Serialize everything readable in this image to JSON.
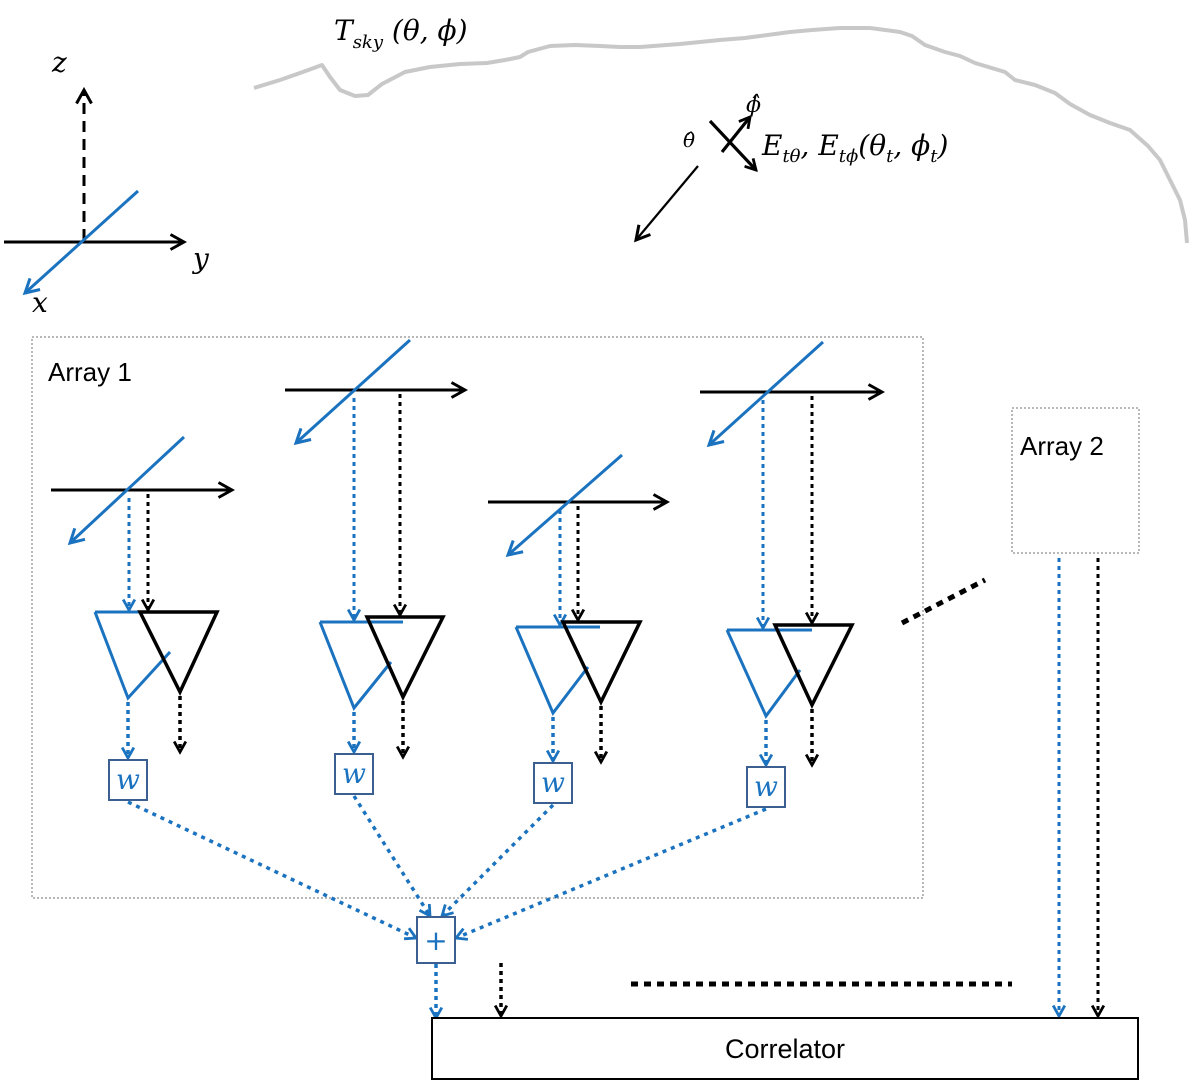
{
  "colors": {
    "blue": "#1b73c0",
    "black": "#000000",
    "sky_curve": "#c8c8c8",
    "box_border_blue": "#3c5f91",
    "dotted_frame": "#a0a0a0"
  },
  "axes": {
    "z_label": "z",
    "y_label": "y",
    "x_label": "x"
  },
  "sky": {
    "label_main": "T",
    "label_sub": "sky",
    "label_args": " (θ, ϕ)"
  },
  "incident_wave": {
    "theta_hat": "θ̂",
    "phi_hat": "ϕ̂",
    "field_label": "E",
    "field_sub1": "tθ",
    "field_sep": ", E",
    "field_sub2": "tϕ",
    "field_args_open": "(θ",
    "field_args_sub1": "t",
    "field_args_mid": ", ϕ",
    "field_args_sub2": "t",
    "field_args_close": ")"
  },
  "array1": {
    "label": "Array 1",
    "antenna_count": 4,
    "weight_label": "w",
    "sum_label": "+"
  },
  "array2": {
    "label": "Array 2"
  },
  "correlator": {
    "label": "Correlator"
  }
}
